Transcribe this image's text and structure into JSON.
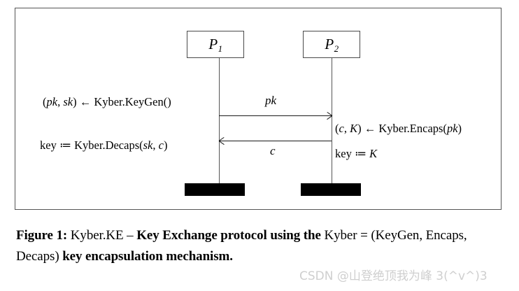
{
  "figure": {
    "parties": [
      {
        "name": "P",
        "subscript": "1"
      },
      {
        "name": "P",
        "subscript": "2"
      }
    ],
    "messages": [
      {
        "label": "pk",
        "direction": "right"
      },
      {
        "label": "c",
        "direction": "left"
      }
    ],
    "notes": {
      "keygen": {
        "lead": "(",
        "v1": "pk",
        "sep": ", ",
        "v2": "sk",
        "tail": ") ← Kyber.KeyGen()"
      },
      "encaps": {
        "lead": "(",
        "v1": "c",
        "sep": ", ",
        "v2": "K",
        "tail": ") ← Kyber.Encaps(",
        "arg": "pk",
        "close": ")"
      },
      "decaps": {
        "lead": "key ≔ Kyber.Decaps(",
        "v1": "sk",
        "sep": ", ",
        "v2": "c",
        "tail": ")"
      },
      "key_assign": {
        "lead": "key ≔ ",
        "v1": "K"
      }
    }
  },
  "caption": {
    "runs": [
      {
        "text": "Figure 1:",
        "bold": true
      },
      {
        "text": " Kyber.KE – ",
        "bold": false
      },
      {
        "text": "Key Exchange protocol using the",
        "bold": true
      },
      {
        "text": " Kyber = (KeyGen, Encaps, Decaps) ",
        "bold": false
      },
      {
        "text": "key encapsulation mechanism.",
        "bold": true
      }
    ]
  },
  "watermark": {
    "text": "CSDN @山登绝顶我为峰 3(^v^)3"
  },
  "colors": {
    "frame": "#555555",
    "line": "#1a1a1a",
    "bar": "#000000",
    "watermark": "#cfcfcf"
  }
}
